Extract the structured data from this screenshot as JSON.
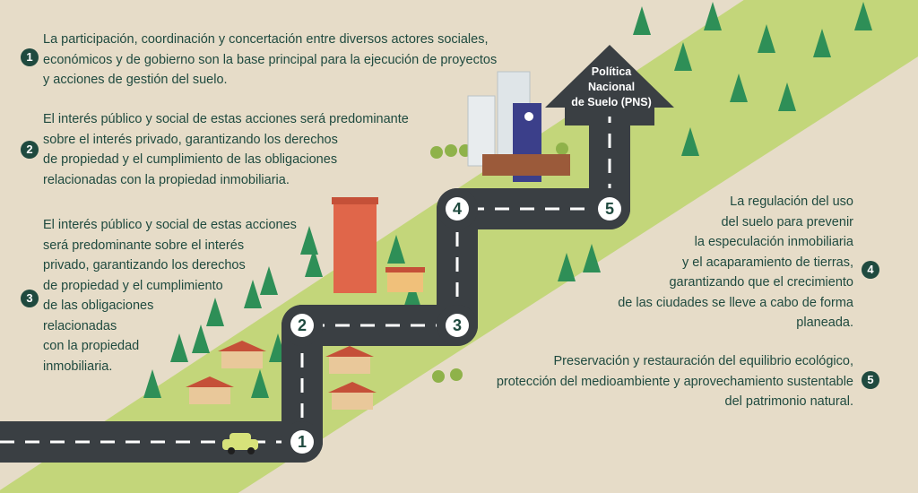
{
  "sign": {
    "line1": "Política",
    "line2": "Nacional",
    "line3": "de Suelo (PNS)"
  },
  "road_nodes": [
    "1",
    "2",
    "3",
    "4",
    "5"
  ],
  "items": [
    {
      "number": "1",
      "lines": [
        "La participación, coordinación y concertación entre diversos actores sociales,",
        "económicos y de gobierno son la base principal para la ejecución de proyectos",
        "y acciones de gestión del suelo."
      ]
    },
    {
      "number": "2",
      "lines": [
        "El interés público y social de estas acciones será predominante",
        "sobre el interés privado, garantizando los derechos",
        "de propiedad y el cumplimiento de las obligaciones",
        "relacionadas con la propiedad inmobiliaria."
      ]
    },
    {
      "number": "3",
      "lines": [
        "El interés público y social de estas acciones",
        "será predominante sobre el interés",
        "privado, garantizando los derechos",
        "de propiedad y el cumplimiento",
        "de las obligaciones",
        "relacionadas",
        "con la propiedad",
        "inmobiliaria."
      ]
    },
    {
      "number": "4",
      "lines": [
        "La regulación del uso",
        "del suelo para prevenir",
        "la especulación inmobiliaria",
        "y el acaparamiento de tierras,",
        "garantizando que el crecimiento",
        "de las ciudades se lleve a cabo de forma",
        "planeada."
      ]
    },
    {
      "number": "5",
      "lines": [
        "Preservación y restauración del equilibrio ecológico,",
        "protección del medioambiente y aprovechamiento sustentable",
        "del patrimonio natural."
      ]
    }
  ],
  "colors": {
    "background": "#e6dcc8",
    "stripe": "#c3d67a",
    "road": "#3a3f43",
    "dark_green": "#1f4a3f",
    "tree": "#2e8f57"
  }
}
